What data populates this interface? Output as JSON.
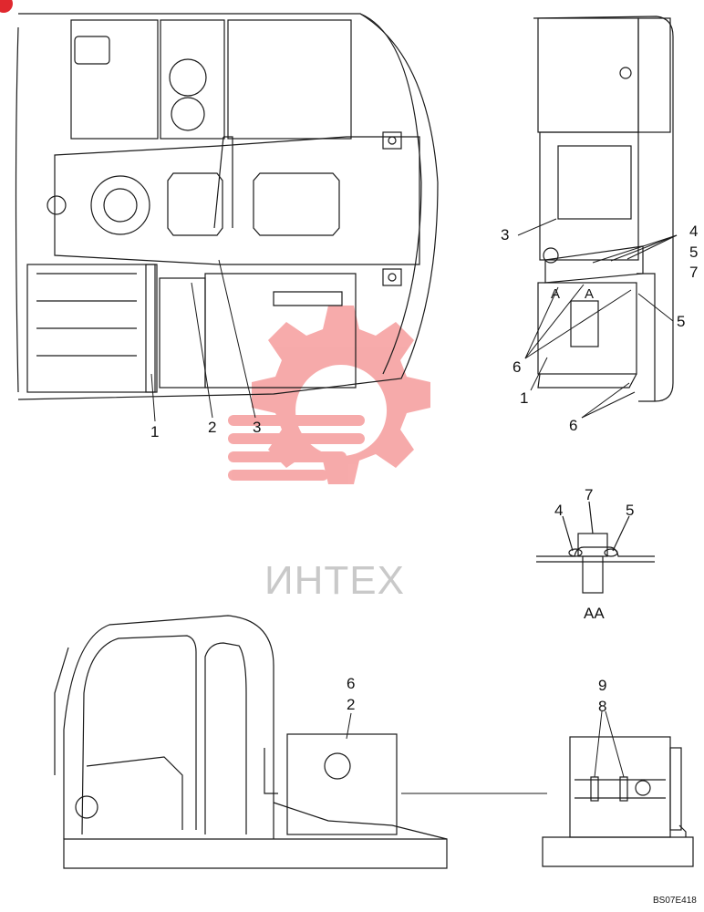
{
  "watermark": {
    "text": "ИНТЕХ",
    "color": "#f06666",
    "text_color": "#c9c9c9"
  },
  "drawing_code": "BS07E418",
  "section_label": "AA",
  "section_marks": [
    "A",
    "A"
  ],
  "callouts": {
    "plan_view": [
      "1",
      "2",
      "3"
    ],
    "side_view": [
      "3",
      "4",
      "5",
      "7",
      "5",
      "6",
      "1",
      "6"
    ],
    "section_view": [
      "4",
      "7",
      "5"
    ],
    "cab_view": [
      "6",
      "2"
    ],
    "panel_view": [
      "9",
      "8"
    ]
  },
  "colors": {
    "line": "#1a1a1a",
    "corner_badge": "#e0282e",
    "background": "#ffffff"
  }
}
